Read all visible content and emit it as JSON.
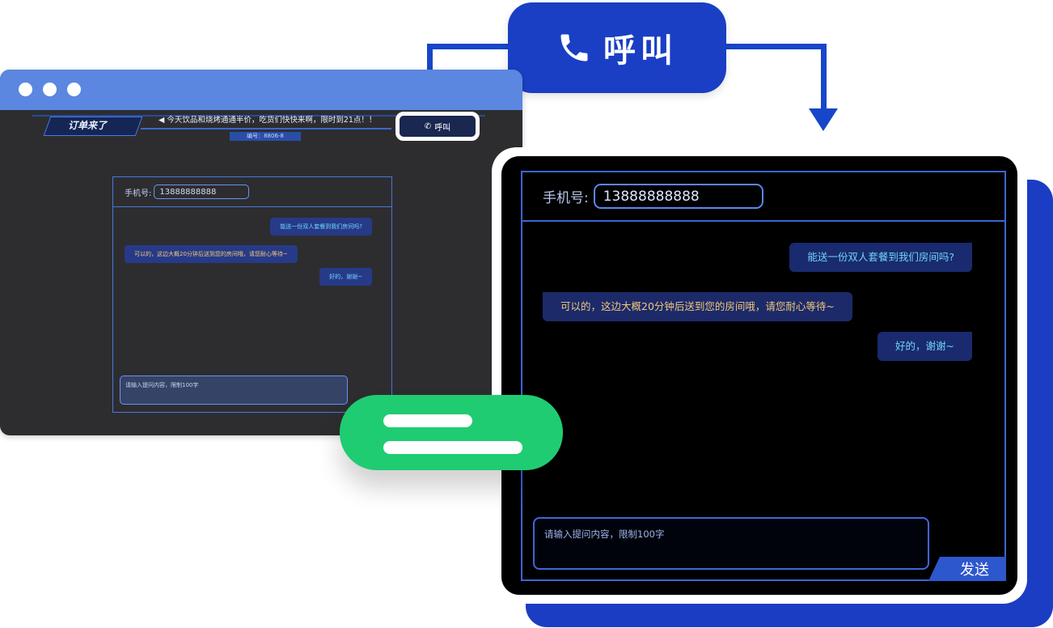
{
  "callout": {
    "label": "呼叫",
    "icon": "phone-icon",
    "accent": "#1a3fc4"
  },
  "left_window": {
    "header": {
      "logo_text": "订单来了",
      "marquee": "今天饮品和烧烤通通半价，吃货们快快来啊，限时到21点！！",
      "serial": "编号：8806-8",
      "call_button_label": "呼叫"
    },
    "chat": {
      "phone_label": "手机号:",
      "phone_value": "13888888888",
      "messages": [
        {
          "side": "out",
          "text": "能送一份双人套餐到我们房间吗?"
        },
        {
          "side": "in",
          "text": "可以的，这边大概20分钟后送到您的房间哦，请您耐心等待~"
        },
        {
          "side": "out",
          "text": "好的，谢谢~"
        }
      ],
      "input_placeholder": "请输入提问内容，限制100字"
    }
  },
  "device": {
    "chat": {
      "phone_label": "手机号:",
      "phone_value": "13888888888",
      "messages": [
        {
          "side": "out",
          "text": "能送一份双人套餐到我们房间吗?"
        },
        {
          "side": "in",
          "text": "可以的，这边大概20分钟后送到您的房间哦，请您耐心等待~"
        },
        {
          "side": "out",
          "text": "好的，谢谢~"
        }
      ],
      "input_placeholder": "请输入提问内容，限制100字",
      "send_label": "发送"
    }
  },
  "colors": {
    "brand_blue": "#1a3fc4",
    "window_titlebar": "#5b87e0",
    "green_accent": "#1fcc71",
    "outgoing_text": "#6fd6f6",
    "incoming_text": "#f1c77a"
  }
}
